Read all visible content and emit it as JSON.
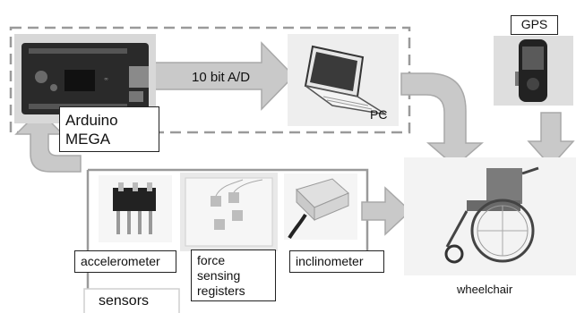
{
  "labels": {
    "ad_conversion": "10 bit A/D",
    "pc": "PC",
    "arduino_line1": "Arduino",
    "arduino_line2": "MEGA",
    "gps": "GPS",
    "accelerometer": "accelerometer",
    "force_line1": "force",
    "force_line2": "sensing",
    "force_line3": "registers",
    "inclinometer": "inclinometer",
    "wheelchair": "wheelchair",
    "sensors": "sensors"
  },
  "colors": {
    "arrow_fill": "#c9c9c9",
    "arrow_stroke": "#a9a9a9",
    "frame_stroke": "#9a9a9a",
    "photo_bg": "#dcdcdc"
  }
}
